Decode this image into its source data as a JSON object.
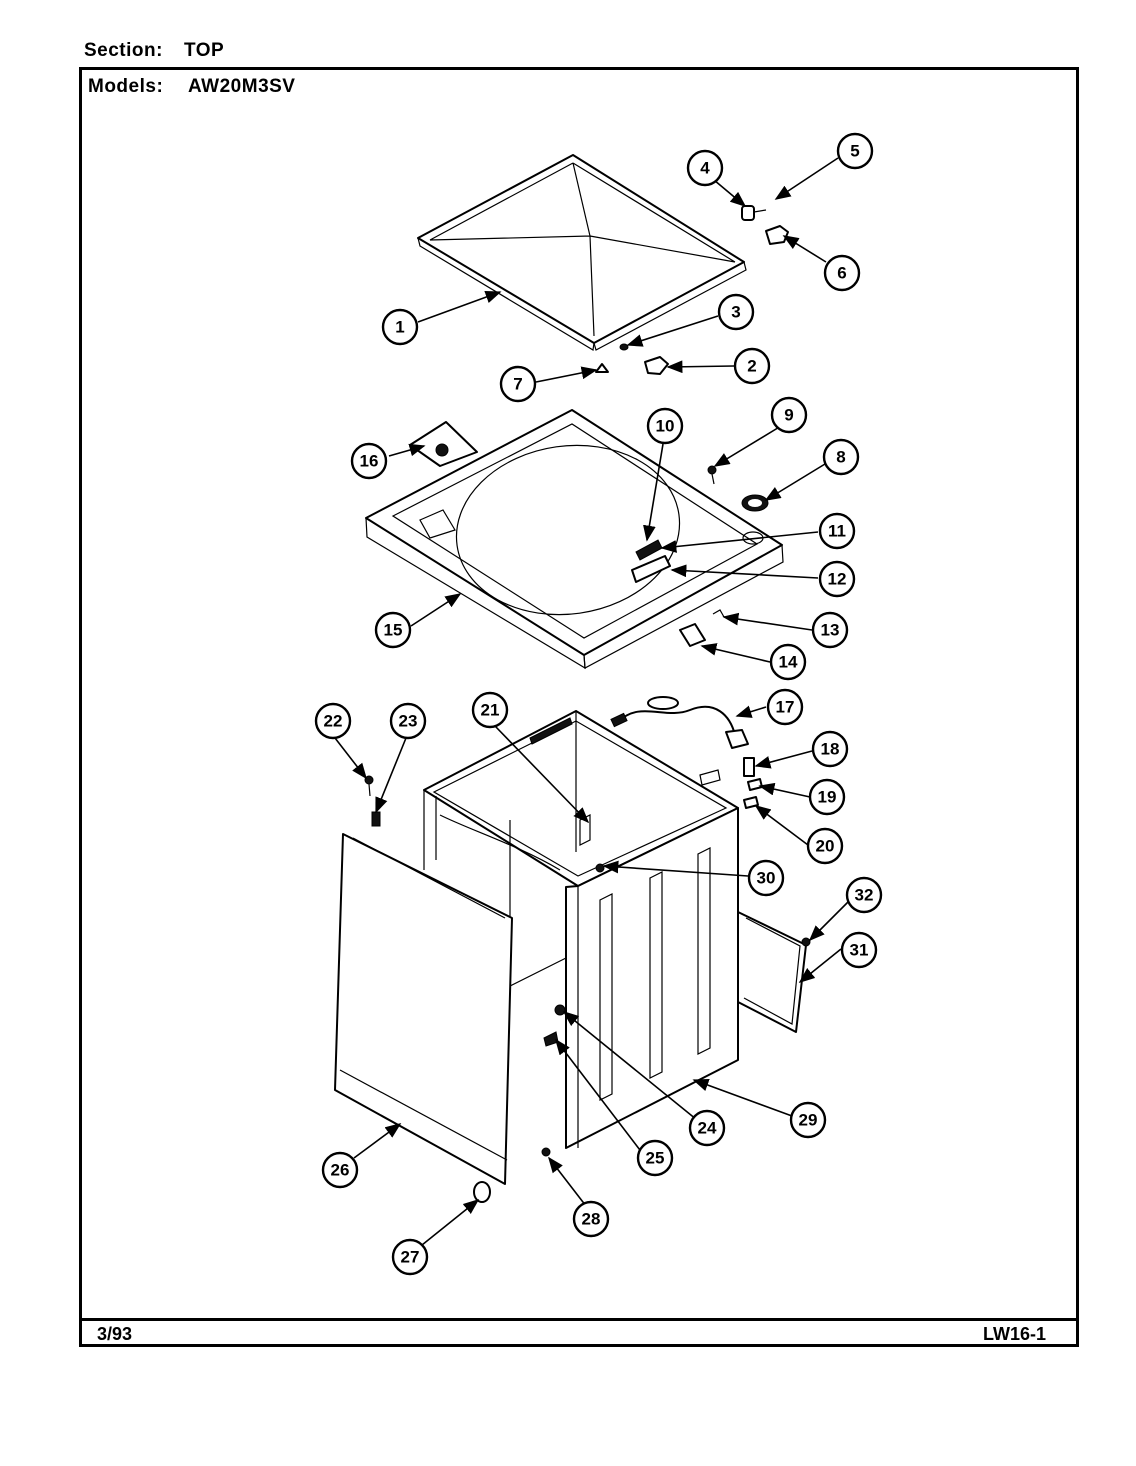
{
  "header": {
    "section_label": "Section:",
    "section_value": "TOP",
    "models_label": "Models:",
    "models_value": "AW20M3SV"
  },
  "footer": {
    "date": "3/93",
    "code": "LW16-1"
  },
  "callouts": [
    "1",
    "2",
    "3",
    "4",
    "5",
    "6",
    "7",
    "8",
    "9",
    "10",
    "11",
    "12",
    "13",
    "14",
    "15",
    "16",
    "17",
    "18",
    "19",
    "20",
    "21",
    "22",
    "23",
    "24",
    "25",
    "26",
    "27",
    "28",
    "29",
    "30",
    "31",
    "32"
  ]
}
